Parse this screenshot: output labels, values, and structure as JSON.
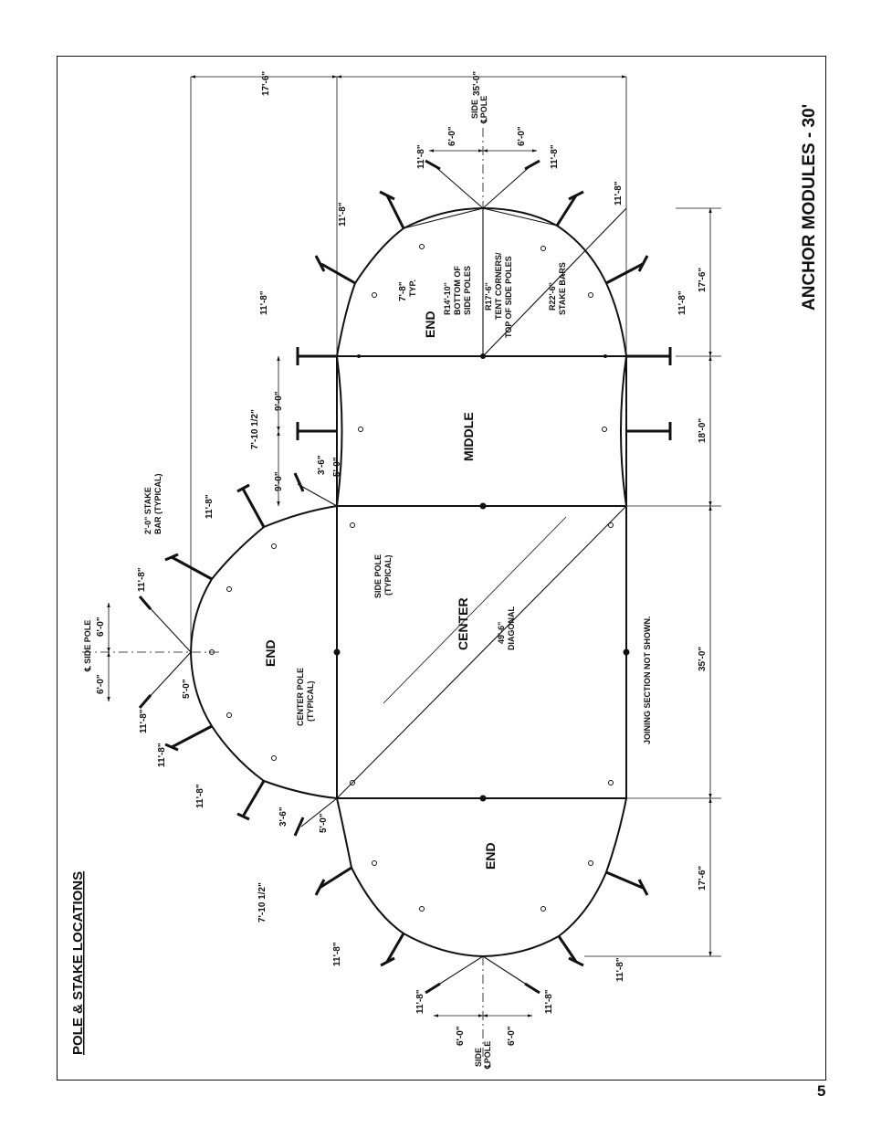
{
  "header": {
    "title": "ANCHOR MODULES - 30'",
    "section": "POLE & STAKE LOCATIONS",
    "page_number": "5"
  },
  "modules": {
    "end": "END",
    "middle": "MIDDLE",
    "center": "CENTER"
  },
  "labels": {
    "stake_bar": "2'-0\" STAKE",
    "stake_bar_2": "BAR (TYPICAL)",
    "side_pole_typ": "SIDE POLE",
    "side_pole_typ_2": "(TYPICAL)",
    "center_pole": "CENTER POLE",
    "center_pole_2": "(TYPICAL)",
    "diagonal": "49'-6\"",
    "diagonal_2": "DIAGONAL",
    "joining": "JOINING SECTION NOT SHOWN.",
    "cl_side_pole": "℄ SIDE POLE",
    "side_a": "SIDE",
    "pole_a": "℄POLE",
    "r14": "R14'-10\"",
    "r14_2": "BOTTOM OF",
    "r14_3": "SIDE POLES",
    "r17": "R17'-6\"",
    "r17_2": "TENT CORNERS/",
    "r17_3": "TOP OF SIDE POLES",
    "r22": "R22'-6\"",
    "r22_2": "STAKE BARS",
    "typ_dim": "7'-8\"",
    "typ": "TYP."
  },
  "dimensions": {
    "d17_6": "17'-6\"",
    "d35_0": "35'-0\"",
    "d18_0": "18'-0\"",
    "d11_8": "11'-8\"",
    "d6_0": "6'-0\"",
    "d9_0": "9'-0\"",
    "d7_10": "7'-10 1/2\"",
    "d3_6": "3'-6\"",
    "d5_0": "5'-0\""
  }
}
